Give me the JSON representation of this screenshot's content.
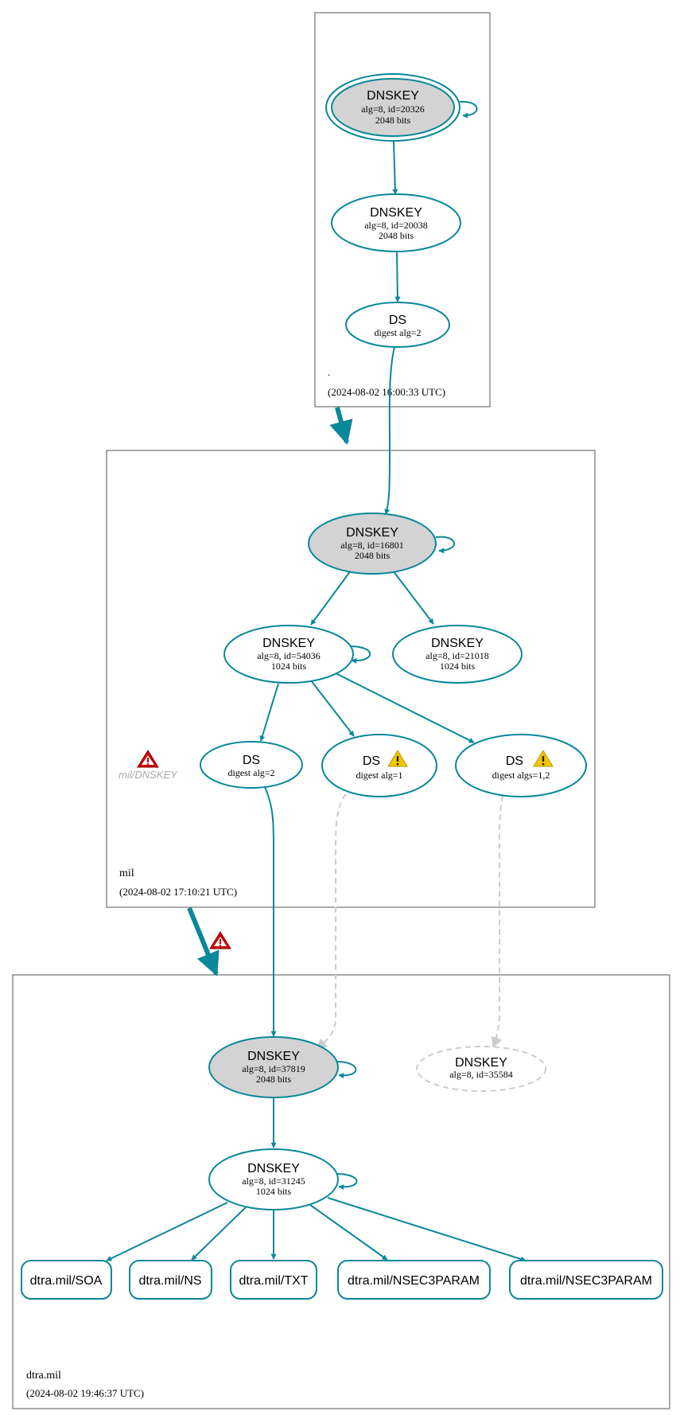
{
  "colors": {
    "edge": "#0a879a",
    "node_fill_key": "#d3d3d3",
    "node_fill": "#ffffff",
    "dashed": "#cccccc",
    "box_border": "#555555",
    "warn_red": "#cc0000",
    "warn_yellow": "#f2c600"
  },
  "zones": [
    {
      "name": ".",
      "timestamp": "(2024-08-02 16:00:33 UTC)"
    },
    {
      "name": "mil",
      "timestamp": "(2024-08-02 17:10:21 UTC)"
    },
    {
      "name": "dtra.mil",
      "timestamp": "(2024-08-02 19:46:37 UTC)"
    }
  ],
  "nodes": {
    "root_ksk": {
      "title": "DNSKEY",
      "line1": "alg=8, id=20326",
      "line2": "2048 bits"
    },
    "root_zsk": {
      "title": "DNSKEY",
      "line1": "alg=8, id=20038",
      "line2": "2048 bits"
    },
    "root_ds": {
      "title": "DS",
      "line1": "digest alg=2"
    },
    "mil_ksk": {
      "title": "DNSKEY",
      "line1": "alg=8, id=16801",
      "line2": "2048 bits"
    },
    "mil_zsk1": {
      "title": "DNSKEY",
      "line1": "alg=8, id=54036",
      "line2": "1024 bits"
    },
    "mil_zsk2": {
      "title": "DNSKEY",
      "line1": "alg=8, id=21018",
      "line2": "1024 bits"
    },
    "mil_ds1": {
      "title": "DS",
      "line1": "digest alg=2"
    },
    "mil_ds2": {
      "title": "DS",
      "line1": "digest alg=1"
    },
    "mil_ds3": {
      "title": "DS",
      "line1": "digest algs=1,2"
    },
    "dtra_ksk": {
      "title": "DNSKEY",
      "line1": "alg=8, id=37819",
      "line2": "2048 bits"
    },
    "dtra_missing": {
      "title": "DNSKEY",
      "line1": "alg=8, id=35584"
    },
    "dtra_zsk": {
      "title": "DNSKEY",
      "line1": "alg=8, id=31245",
      "line2": "1024 bits"
    }
  },
  "warning_label": "mil/DNSKEY",
  "rrsets": [
    "dtra.mil/SOA",
    "dtra.mil/NS",
    "dtra.mil/TXT",
    "dtra.mil/NSEC3PARAM",
    "dtra.mil/NSEC3PARAM"
  ]
}
